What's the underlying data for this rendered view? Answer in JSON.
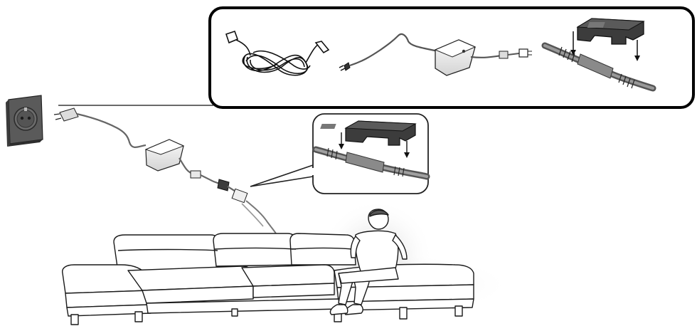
{
  "figure": {
    "type": "illustrated-instruction",
    "background_color": "#ffffff",
    "line_color": "#111111",
    "device_color": "#f2f2f2",
    "clip_color": "#3c3c3c",
    "outlet_color": "#4d4d4d"
  },
  "steps_panel": {
    "steps": [
      {
        "icon": "coiled-cable-icon"
      },
      {
        "icon": "power-adapter-icon"
      },
      {
        "icon": "connector-clip-icon"
      }
    ]
  },
  "scene": {
    "callout": {
      "icon": "connector-clip-icon"
    },
    "elements": [
      "wall-outlet-icon",
      "power-adapter-icon",
      "sofa",
      "seated-person"
    ]
  }
}
